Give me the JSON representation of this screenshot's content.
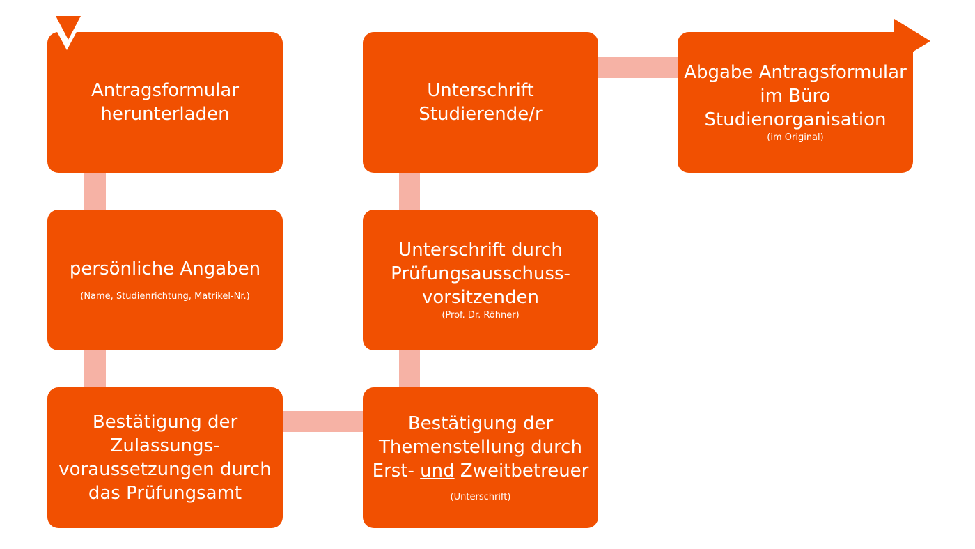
{
  "steps": {
    "download": {
      "line1": "Antragsformular",
      "line2": "herunterladen"
    },
    "personal": {
      "main": "persönliche Angaben",
      "sub": "(Name, Studienrichtung, Matrikel-Nr.)"
    },
    "admission": {
      "line1": "Bestätigung der",
      "line2": "Zulassungs-",
      "line3": "voraussetzungen durch",
      "line4": "das Prüfungsamt"
    },
    "topic": {
      "line1": "Bestätigung der",
      "line2": "Themenstellung durch",
      "line3_pre": "Erst- ",
      "line3_underlined": "und",
      "line3_post": " Zweitbetreuer",
      "sub": "(Unterschrift)"
    },
    "committee": {
      "line1": "Unterschrift durch",
      "line2": "Prüfungsausschuss-",
      "line3": "vorsitzenden",
      "sub": "(Prof. Dr. Röhner)"
    },
    "student": {
      "line1": "Unterschrift",
      "line2": "Studierende/r"
    },
    "submit": {
      "line1": "Abgabe Antragsformular",
      "line2": "im Büro",
      "line3": "Studienorganisation",
      "sub": "(im Original)"
    }
  },
  "colors": {
    "box": "#f15001",
    "connector": "#f6b2a5",
    "text": "#ffffff"
  }
}
